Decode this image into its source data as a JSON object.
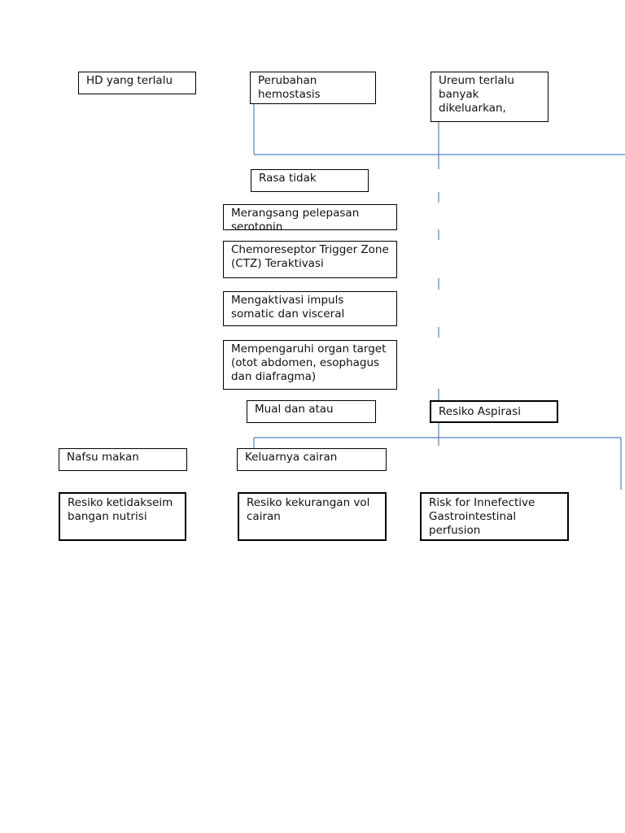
{
  "colors": {
    "connector": "#4f81bd",
    "border": "#000000",
    "text": "#111111"
  },
  "nodes": {
    "hd": "HD yang terlalu",
    "perubahan": "Perubahan hemostasis",
    "ureum": "Ureum terlalu banyak dikeluarkan,",
    "rasa": "Rasa tidak",
    "merangsang": "Merangsang pelepasan serotonin",
    "chemoreseptor": "Chemoreseptor Trigger Zone  (CTZ) Teraktivasi",
    "mengaktivasi": "Mengaktivasi impuls somatic dan visceral",
    "mempengaruhi": "Mempengaruhi organ target (otot abdomen, esophagus dan diafragma)",
    "mual": "Mual dan atau",
    "resiko_aspirasi": "Resiko Aspirasi",
    "nafsu": "Nafsu makan",
    "keluarnya": "Keluarnya cairan",
    "resiko_nutrisi": "Resiko ketidakseimbangan nutrisi",
    "resiko_cairan": "Resiko kekurangan vol cairan",
    "risk_gi": "Risk for Innefective Gastrointestinal perfusion"
  }
}
